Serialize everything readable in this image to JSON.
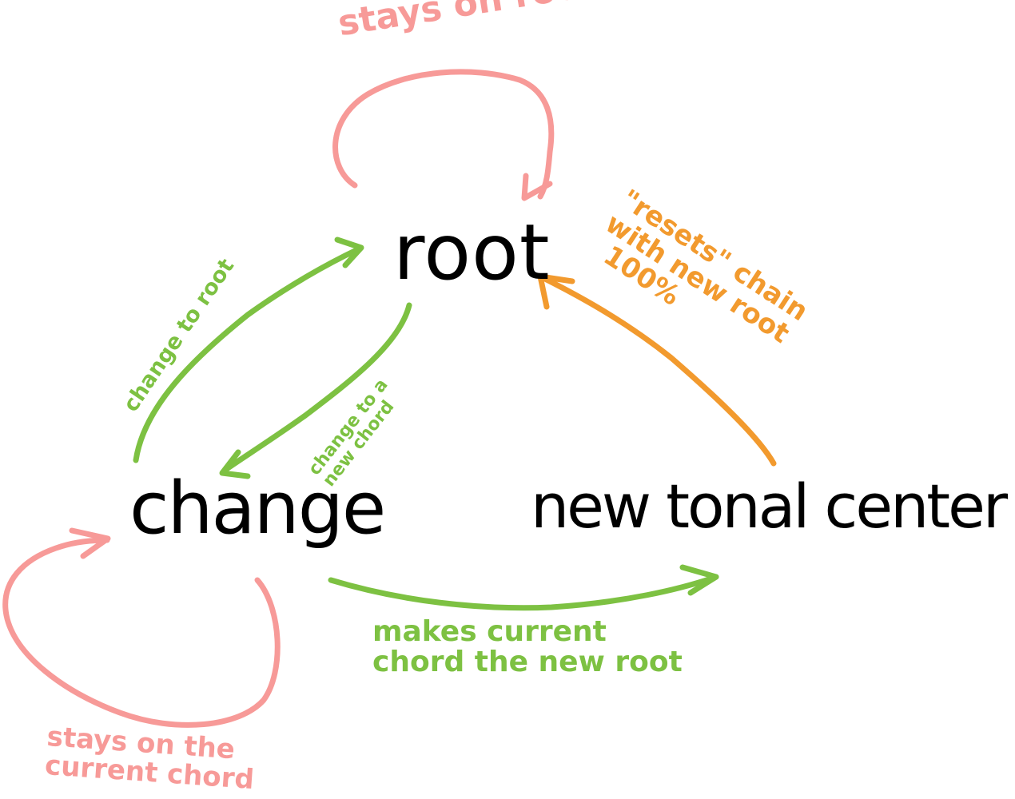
{
  "nodes": {
    "root": "root",
    "change": "change",
    "new_tonal_center": "new tonal center"
  },
  "labels": {
    "stays_on_root": "stays on root",
    "stays_on_current": [
      "stays on the",
      "current chord"
    ],
    "change_to_root": "change to root",
    "change_to_new_chord": [
      "change to a",
      "new chord"
    ],
    "makes_current": [
      "makes current",
      "chord the new root"
    ],
    "resets": [
      "\"resets\" chain",
      "with new root",
      "100%"
    ]
  },
  "colors": {
    "node_text": "#000000",
    "self_loop": "#F79A98",
    "transition": "#7DC142",
    "reset": "#F29A2E"
  }
}
